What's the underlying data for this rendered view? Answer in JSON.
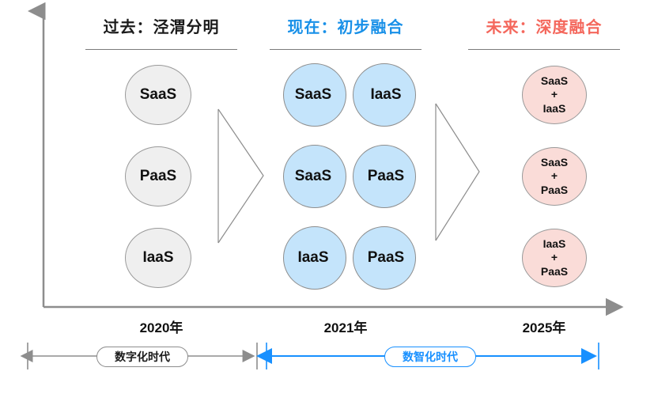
{
  "columns": [
    {
      "key": "past",
      "title": "过去：泾渭分明",
      "color": "#1b1b1b",
      "year": "2020年",
      "items": [
        {
          "label": "SaaS"
        },
        {
          "label": "PaaS"
        },
        {
          "label": "IaaS"
        }
      ]
    },
    {
      "key": "now",
      "title": "现在：初步融合",
      "color": "#1890e8",
      "year": "2021年",
      "items": [
        {
          "left": "SaaS",
          "right": "IaaS"
        },
        {
          "left": "SaaS",
          "right": "PaaS"
        },
        {
          "left": "IaaS",
          "right": "PaaS"
        }
      ]
    },
    {
      "key": "future",
      "title": "未来：深度融合",
      "color": "#f4675c",
      "year": "2025年",
      "items": [
        {
          "top": "SaaS",
          "plus": "+",
          "bottom": "IaaS"
        },
        {
          "top": "SaaS",
          "plus": "+",
          "bottom": "PaaS"
        },
        {
          "top": "IaaS",
          "plus": "+",
          "bottom": "PaaS"
        }
      ]
    }
  ],
  "eras": [
    {
      "key": "digital",
      "label": "数字化时代",
      "color": "#8d8d8d"
    },
    {
      "key": "intelligent",
      "label": "数智化时代",
      "color": "#1890ff"
    }
  ],
  "colors": {
    "axis": "#8d8d8d",
    "gray_circle_fill": "#efefef",
    "blue_circle_fill": "#b4ddfa",
    "pink_circle_fill": "#fadcd8",
    "blue_accent": "#1890ff",
    "red_accent": "#f4675c"
  }
}
